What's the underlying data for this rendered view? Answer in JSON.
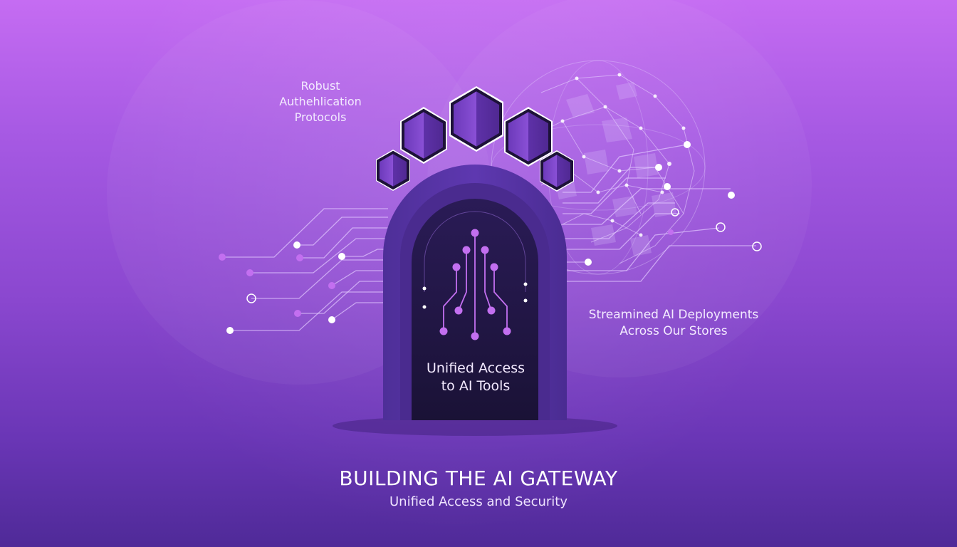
{
  "labels": {
    "auth": [
      "Robust",
      "Authehlication",
      "Protocols"
    ],
    "deploy": [
      "Streamined AI Deployments",
      "Across Our Stores"
    ],
    "gateway": [
      "Unified Access",
      "to AI Tools"
    ]
  },
  "title": "BUILDING THE AI GATEWAY",
  "subtitle": "Unified Access and Security",
  "icons": [
    "hexagon-shield-icon",
    "globe-network-icon",
    "circuit-tree-icon",
    "arch-gateway-icon"
  ],
  "colors": {
    "bg_top": "#c56cf2",
    "bg_bottom": "#4f2a98",
    "arch_outer": "#5a35a8",
    "arch_inner": "#1e1640",
    "node_purple": "#c36ff0",
    "hex_fill": "#7c45c9",
    "hex_stroke": "#1d1238"
  }
}
